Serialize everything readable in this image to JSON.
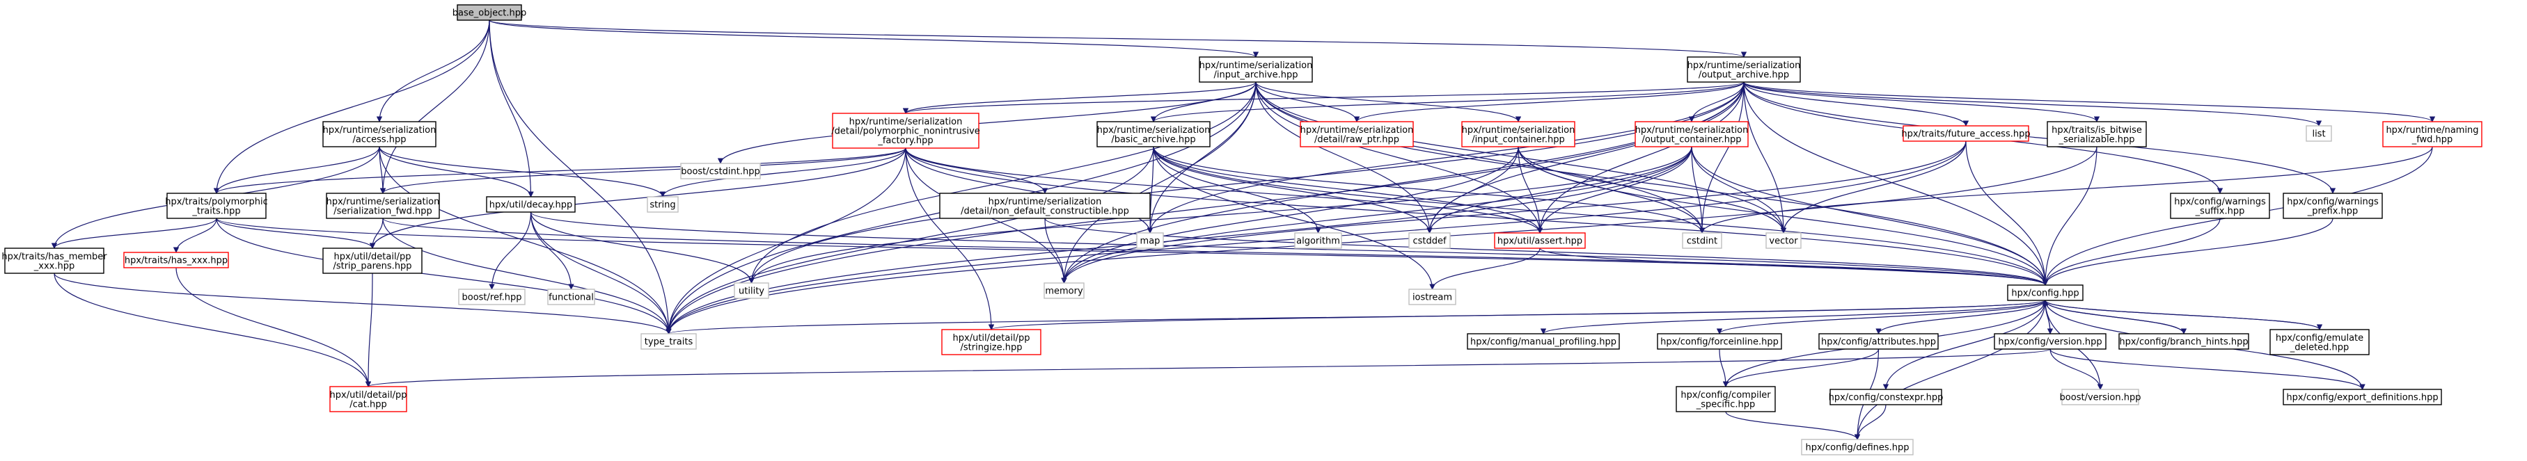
{
  "colors": {
    "edge": "#191970",
    "border_normal": "#000000",
    "border_red": "#ff0000",
    "border_gray": "#bfbfbf",
    "root_fill": "#bfbfbf"
  },
  "nodes": {
    "base_object": {
      "lines": [
        "base_object.hpp"
      ]
    },
    "input_archive": {
      "lines": [
        "hpx/runtime/serialization",
        "/input_archive.hpp"
      ]
    },
    "output_archive": {
      "lines": [
        "hpx/runtime/serialization",
        "/output_archive.hpp"
      ]
    },
    "access": {
      "lines": [
        "hpx/runtime/serialization",
        "/access.hpp"
      ]
    },
    "boost_cstdint": {
      "lines": [
        "boost/cstdint.hpp"
      ]
    },
    "polymorphic_factory": {
      "lines": [
        "hpx/runtime/serialization",
        "/detail/polymorphic_nonintrusive",
        "_factory.hpp"
      ]
    },
    "basic_archive": {
      "lines": [
        "hpx/runtime/serialization",
        "/basic_archive.hpp"
      ]
    },
    "raw_ptr": {
      "lines": [
        "hpx/runtime/serialization",
        "/detail/raw_ptr.hpp"
      ]
    },
    "input_container": {
      "lines": [
        "hpx/runtime/serialization",
        "/input_container.hpp"
      ]
    },
    "output_container": {
      "lines": [
        "hpx/runtime/serialization",
        "/output_container.hpp"
      ]
    },
    "future_access": {
      "lines": [
        "hpx/traits/future_access.hpp"
      ]
    },
    "is_bitwise": {
      "lines": [
        "hpx/traits/is_bitwise",
        "_serializable.hpp"
      ]
    },
    "list": {
      "lines": [
        "list"
      ]
    },
    "naming_fwd": {
      "lines": [
        "hpx/runtime/naming",
        "_fwd.hpp"
      ]
    },
    "polymorphic_traits": {
      "lines": [
        "hpx/traits/polymorphic",
        "_traits.hpp"
      ]
    },
    "serialization_fwd": {
      "lines": [
        "hpx/runtime/serialization",
        "/serialization_fwd.hpp"
      ]
    },
    "decay": {
      "lines": [
        "hpx/util/decay.hpp"
      ]
    },
    "string": {
      "lines": [
        "string"
      ]
    },
    "non_default": {
      "lines": [
        "hpx/runtime/serialization",
        "/detail/non_default_constructible.hpp"
      ]
    },
    "map": {
      "lines": [
        "map"
      ]
    },
    "algorithm": {
      "lines": [
        "algorithm"
      ]
    },
    "cstddef": {
      "lines": [
        "cstddef"
      ]
    },
    "assert": {
      "lines": [
        "hpx/util/assert.hpp"
      ]
    },
    "cstdint": {
      "lines": [
        "cstdint"
      ]
    },
    "vector": {
      "lines": [
        "vector"
      ]
    },
    "warnings_suffix": {
      "lines": [
        "hpx/config/warnings",
        "_suffix.hpp"
      ]
    },
    "warnings_prefix": {
      "lines": [
        "hpx/config/warnings",
        "_prefix.hpp"
      ]
    },
    "has_member": {
      "lines": [
        "hpx/traits/has_member",
        "_xxx.hpp"
      ]
    },
    "has_xxx": {
      "lines": [
        "hpx/traits/has_xxx.hpp"
      ]
    },
    "strip_parens": {
      "lines": [
        "hpx/util/detail/pp",
        "/strip_parens.hpp"
      ]
    },
    "boost_ref": {
      "lines": [
        "boost/ref.hpp"
      ]
    },
    "functional": {
      "lines": [
        "functional"
      ]
    },
    "utility": {
      "lines": [
        "utility"
      ]
    },
    "memory": {
      "lines": [
        "memory"
      ]
    },
    "iostream": {
      "lines": [
        "iostream"
      ]
    },
    "config": {
      "lines": [
        "hpx/config.hpp"
      ]
    },
    "type_traits": {
      "lines": [
        "type_traits"
      ]
    },
    "stringize": {
      "lines": [
        "hpx/util/detail/pp",
        "/stringize.hpp"
      ]
    },
    "manual_profiling": {
      "lines": [
        "hpx/config/manual_profiling.hpp"
      ]
    },
    "forceinline": {
      "lines": [
        "hpx/config/forceinline.hpp"
      ]
    },
    "attributes": {
      "lines": [
        "hpx/config/attributes.hpp"
      ]
    },
    "version": {
      "lines": [
        "hpx/config/version.hpp"
      ]
    },
    "branch_hints": {
      "lines": [
        "hpx/config/branch_hints.hpp"
      ]
    },
    "emulate_deleted": {
      "lines": [
        "hpx/config/emulate",
        "_deleted.hpp"
      ]
    },
    "cat": {
      "lines": [
        "hpx/util/detail/pp",
        "/cat.hpp"
      ]
    },
    "compiler_specific": {
      "lines": [
        "hpx/config/compiler",
        "_specific.hpp"
      ]
    },
    "constexpr": {
      "lines": [
        "hpx/config/constexpr.hpp"
      ]
    },
    "boost_version": {
      "lines": [
        "boost/version.hpp"
      ]
    },
    "export_definitions": {
      "lines": [
        "hpx/config/export_definitions.hpp"
      ]
    },
    "defines": {
      "lines": [
        "hpx/config/defines.hpp"
      ]
    }
  }
}
